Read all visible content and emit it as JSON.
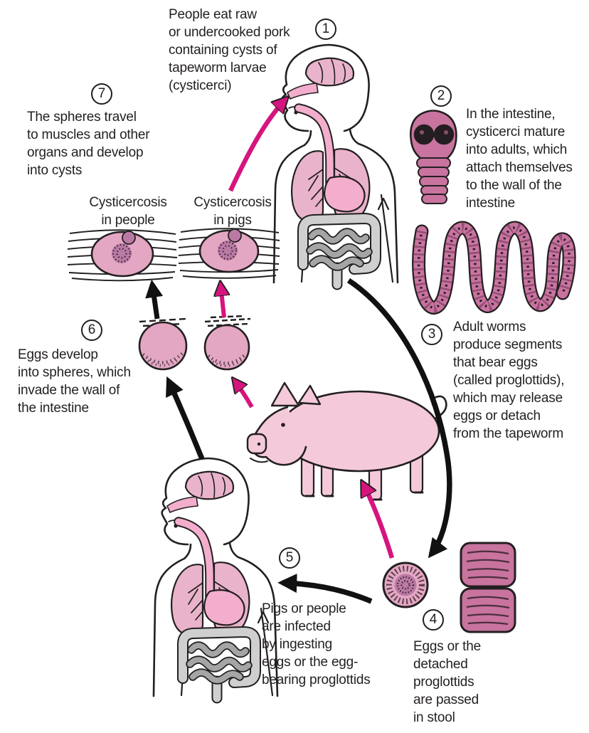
{
  "colors": {
    "background": "#ffffff",
    "ink": "#231f20",
    "black_arrow": "#111111",
    "magenta": "#d6147e",
    "pig_pink": "#f4cadb",
    "organ_pink": "#e9b4cb",
    "medium_pink": "#f3aecd",
    "worm_pink": "#c9739f",
    "worm_band": "#8c4a72",
    "sphere_pink": "#e3a7c3",
    "egg_core": "#bb7aa5",
    "stipple": "#3d2833",
    "gray_light": "#cfcfcf",
    "gray_dark": "#a5a5a5"
  },
  "steps": [
    {
      "number": "1",
      "text": "People eat raw\nor undercooked pork\ncontaining cysts of\ntapeworm larvae\n(cysticerci)"
    },
    {
      "number": "2",
      "text": "In the intestine,\ncysticerci mature\ninto adults, which\nattach themselves\nto the wall of the\nintestine"
    },
    {
      "number": "3",
      "text": "Adult worms\nproduce segments\nthat bear eggs\n(called proglottids),\nwhich may release\neggs or detach\nfrom the tapeworm"
    },
    {
      "number": "4",
      "text": "Eggs or the\ndetached\nproglottids\nare passed\nin stool"
    },
    {
      "number": "5",
      "text": "Pigs or people\nare infected\nby ingesting\neggs or the egg-\nbearing proglottids"
    },
    {
      "number": "6",
      "text": "Eggs develop\ninto spheres, which\ninvade the wall of\nthe intestine"
    },
    {
      "number": "7",
      "text": "The spheres travel\nto muscles and other\norgans and develop\ninto cysts"
    }
  ],
  "labels": {
    "cyst_people": "Cysticercosis\nin people",
    "cyst_pigs": "Cysticercosis\nin pigs"
  },
  "illustrations": [
    {
      "name": "upper-human-digestive-figure"
    },
    {
      "name": "tapeworm-scolex"
    },
    {
      "name": "coiled-adult-tapeworm"
    },
    {
      "name": "muscle-cyst-people"
    },
    {
      "name": "muscle-cyst-pig"
    },
    {
      "name": "invasion-sphere-left"
    },
    {
      "name": "invasion-sphere-right"
    },
    {
      "name": "pig"
    },
    {
      "name": "tapeworm-egg"
    },
    {
      "name": "detached-proglottids"
    },
    {
      "name": "lower-human-digestive-figure"
    }
  ]
}
